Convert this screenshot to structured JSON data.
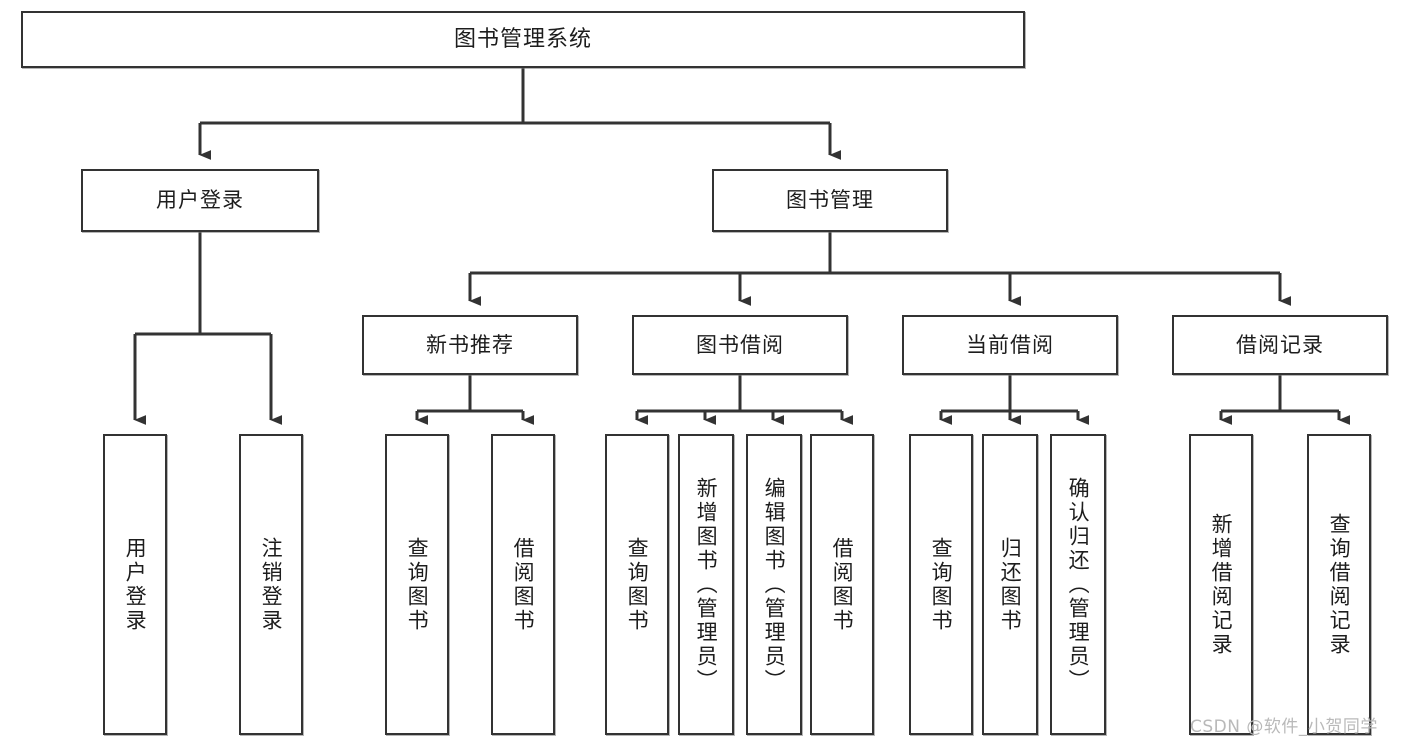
{
  "diagram": {
    "title": "图书管理系统",
    "watermark": "CSDN @软件_小贺同学",
    "accent_border": "#333333",
    "background": "#ffffff",
    "watermark_color": "#b9b9b9"
  },
  "nodes": {
    "root": {
      "label": "图书管理系统"
    },
    "level2": [
      {
        "id": "user-login",
        "label": "用户登录"
      },
      {
        "id": "book-manage",
        "label": "图书管理"
      }
    ],
    "level3": [
      {
        "id": "new-book-recommend",
        "label": "新书推荐"
      },
      {
        "id": "book-borrow",
        "label": "图书借阅"
      },
      {
        "id": "current-borrow",
        "label": "当前借阅"
      },
      {
        "id": "borrow-record",
        "label": "借阅记录"
      }
    ],
    "leaves": [
      {
        "id": "leaf-user-login",
        "label": "用户登录",
        "parent": "user-login"
      },
      {
        "id": "leaf-logout-login",
        "label": "注销登录",
        "parent": "user-login"
      },
      {
        "id": "leaf-query-book-1",
        "label": "查询图书",
        "parent": "new-book-recommend"
      },
      {
        "id": "leaf-borrow-book-1",
        "label": "借阅图书",
        "parent": "new-book-recommend"
      },
      {
        "id": "leaf-query-book-2",
        "label": "查询图书",
        "parent": "book-borrow"
      },
      {
        "id": "leaf-add-book",
        "label": "新增图书（管理员）",
        "parent": "book-borrow"
      },
      {
        "id": "leaf-edit-book",
        "label": "编辑图书（管理员）",
        "parent": "book-borrow"
      },
      {
        "id": "leaf-borrow-book-2",
        "label": "借阅图书",
        "parent": "book-borrow"
      },
      {
        "id": "leaf-query-book-3",
        "label": "查询图书",
        "parent": "current-borrow"
      },
      {
        "id": "leaf-return-book",
        "label": "归还图书",
        "parent": "current-borrow"
      },
      {
        "id": "leaf-confirm-return",
        "label": "确认归还（管理员）",
        "parent": "current-borrow"
      },
      {
        "id": "leaf-add-record",
        "label": "新增借阅记录",
        "parent": "borrow-record"
      },
      {
        "id": "leaf-query-record",
        "label": "查询借阅记录",
        "parent": "borrow-record"
      }
    ]
  }
}
